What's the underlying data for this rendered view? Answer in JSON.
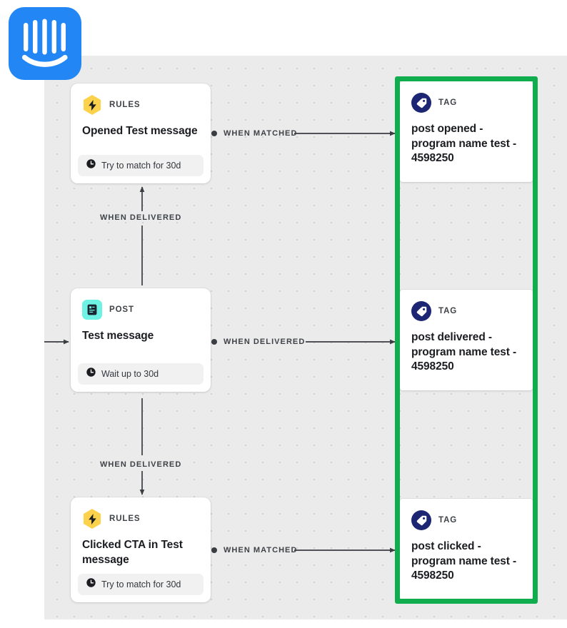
{
  "app": {
    "name": "Intercom",
    "logo_icon": "intercom-logo",
    "brand_color": "#2286f5",
    "canvas_background": "#ebebeb",
    "highlight_color": "#0fad4e"
  },
  "nodes": [
    {
      "id": "rules-opened",
      "kind": "RULES",
      "icon": "lightning-bolt-icon",
      "icon_color": "#fcd24c",
      "title": "Opened Test message",
      "footer_icon": "clock-icon",
      "footer": "Try to match for 30d"
    },
    {
      "id": "post-test-message",
      "kind": "POST",
      "icon": "document-icon",
      "icon_color": "#6ef2e4",
      "title": "Test message",
      "footer_icon": "clock-icon",
      "footer": "Wait up to 30d"
    },
    {
      "id": "rules-clicked",
      "kind": "RULES",
      "icon": "lightning-bolt-icon",
      "icon_color": "#fcd24c",
      "title": "Clicked CTA in Test message",
      "footer_icon": "clock-icon",
      "footer": "Try to match for 30d"
    },
    {
      "id": "tag-opened",
      "kind": "TAG",
      "icon": "tag-icon",
      "icon_color": "#1d2673",
      "title": "post opened - program name test - 4598250"
    },
    {
      "id": "tag-delivered",
      "kind": "TAG",
      "icon": "tag-icon",
      "icon_color": "#1d2673",
      "title": "post delivered - program name test - 4598250"
    },
    {
      "id": "tag-clicked",
      "kind": "TAG",
      "icon": "tag-icon",
      "icon_color": "#1d2673",
      "title": "post clicked - program name test - 4598250"
    }
  ],
  "edges": {
    "opened_to_tag": "WHEN MATCHED",
    "post_up_to_rules": "WHEN DELIVERED",
    "post_to_tag": "WHEN DELIVERED",
    "post_down_to_rules": "WHEN DELIVERED",
    "clicked_to_tag": "WHEN MATCHED"
  }
}
